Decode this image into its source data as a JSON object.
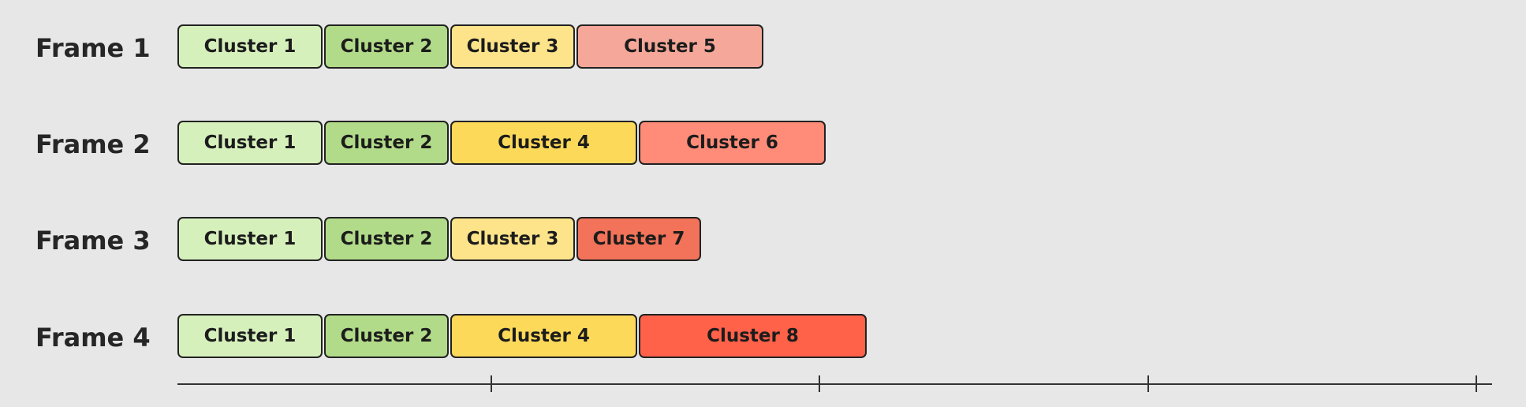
{
  "cluster_colors": {
    "Cluster 1": "#d6f0bc",
    "Cluster 2": "#b1db89",
    "Cluster 3": "#fde38a",
    "Cluster 4": "#fdd95a",
    "Cluster 5": "#f5a899",
    "Cluster 6": "#ff8c78",
    "Cluster 7": "#f27359",
    "Cluster 8": "#ff6149"
  },
  "frames": [
    {
      "label": "Frame 1",
      "clusters": [
        "Cluster 1",
        "Cluster 2",
        "Cluster 3",
        "Cluster 5"
      ]
    },
    {
      "label": "Frame 2",
      "clusters": [
        "Cluster 1",
        "Cluster 2",
        "Cluster 4",
        "Cluster 6"
      ]
    },
    {
      "label": "Frame 3",
      "clusters": [
        "Cluster 1",
        "Cluster 2",
        "Cluster 3",
        "Cluster 7"
      ]
    },
    {
      "label": "Frame 4",
      "clusters": [
        "Cluster 1",
        "Cluster 2",
        "Cluster 4",
        "Cluster 8"
      ]
    }
  ]
}
